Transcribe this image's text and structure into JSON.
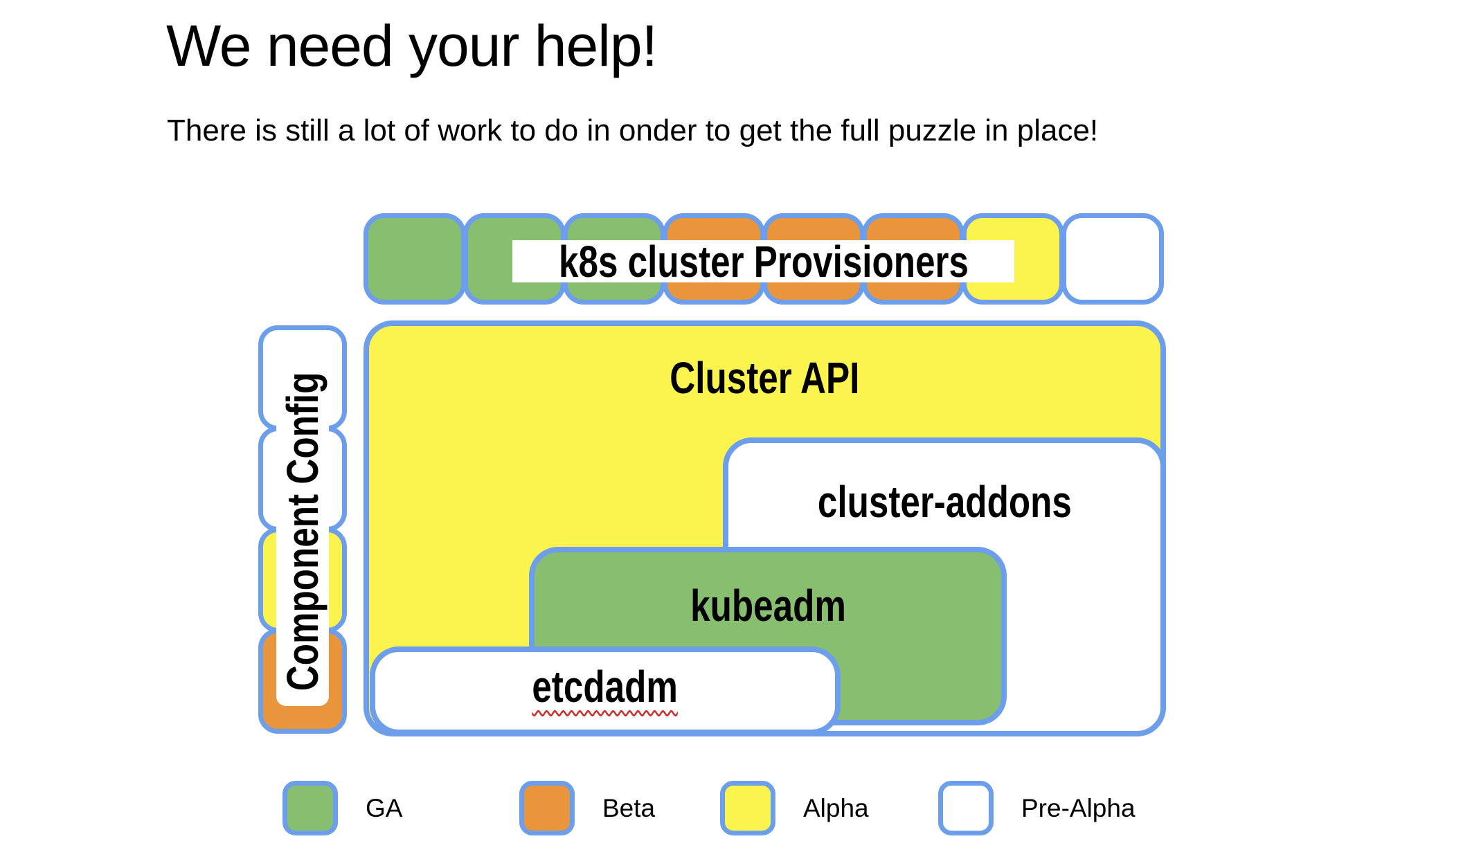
{
  "header": {
    "title": "We need your help!",
    "subtitle": "There is still a lot of work to do in onder to get the full puzzle in place!"
  },
  "colors": {
    "ga": "#87BE70",
    "beta": "#E8953B",
    "alpha": "#FBF34E",
    "pre_alpha": "#FFFFFF",
    "border": "#6D9EEB",
    "text": "#000000",
    "squiggle": "#CC3333"
  },
  "provisioners": {
    "label": "k8s cluster Provisioners",
    "squares": [
      "ga",
      "ga",
      "ga",
      "beta",
      "beta",
      "beta",
      "alpha",
      "pre_alpha"
    ]
  },
  "component_config": {
    "label": "Component Config",
    "squares": [
      "pre_alpha",
      "pre_alpha",
      "alpha",
      "beta"
    ]
  },
  "boxes": {
    "cluster_api": {
      "label": "Cluster API",
      "status": "alpha"
    },
    "cluster_addons": {
      "label": "cluster-addons",
      "status": "pre_alpha"
    },
    "kubeadm": {
      "label": "kubeadm",
      "status": "ga"
    },
    "etcdadm": {
      "label": "etcdadm",
      "status": "pre_alpha",
      "spellcheck_underline": true
    }
  },
  "legend": {
    "items": [
      {
        "label": "GA",
        "status": "ga"
      },
      {
        "label": "Beta",
        "status": "beta"
      },
      {
        "label": "Alpha",
        "status": "alpha"
      },
      {
        "label": "Pre-Alpha",
        "status": "pre_alpha"
      }
    ]
  }
}
